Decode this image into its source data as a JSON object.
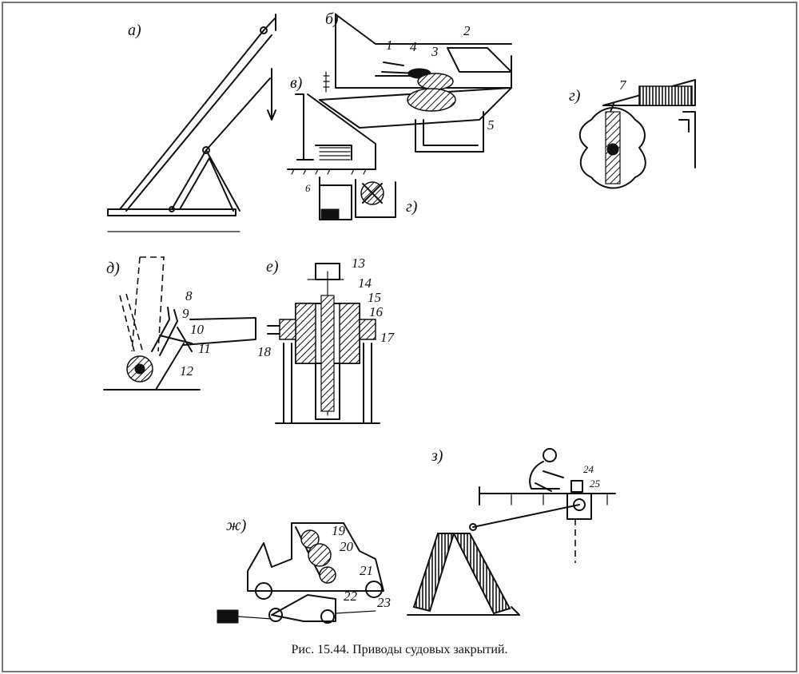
{
  "caption": "Рис. 15.44. Приводы судовых закрытий.",
  "panels": {
    "a": "а)",
    "b": "б)",
    "v": "в)",
    "g1": "г)",
    "g2": "г)",
    "d": "д)",
    "e": "е)",
    "zh": "ж)",
    "z": "з)"
  },
  "small_labels": {
    "six": "6"
  },
  "callouts": [
    "1",
    "2",
    "3",
    "4",
    "5",
    "7",
    "8",
    "9",
    "10",
    "11",
    "12",
    "13",
    "14",
    "15",
    "16",
    "17",
    "18",
    "19",
    "20",
    "21",
    "22",
    "23",
    "24",
    "25"
  ]
}
